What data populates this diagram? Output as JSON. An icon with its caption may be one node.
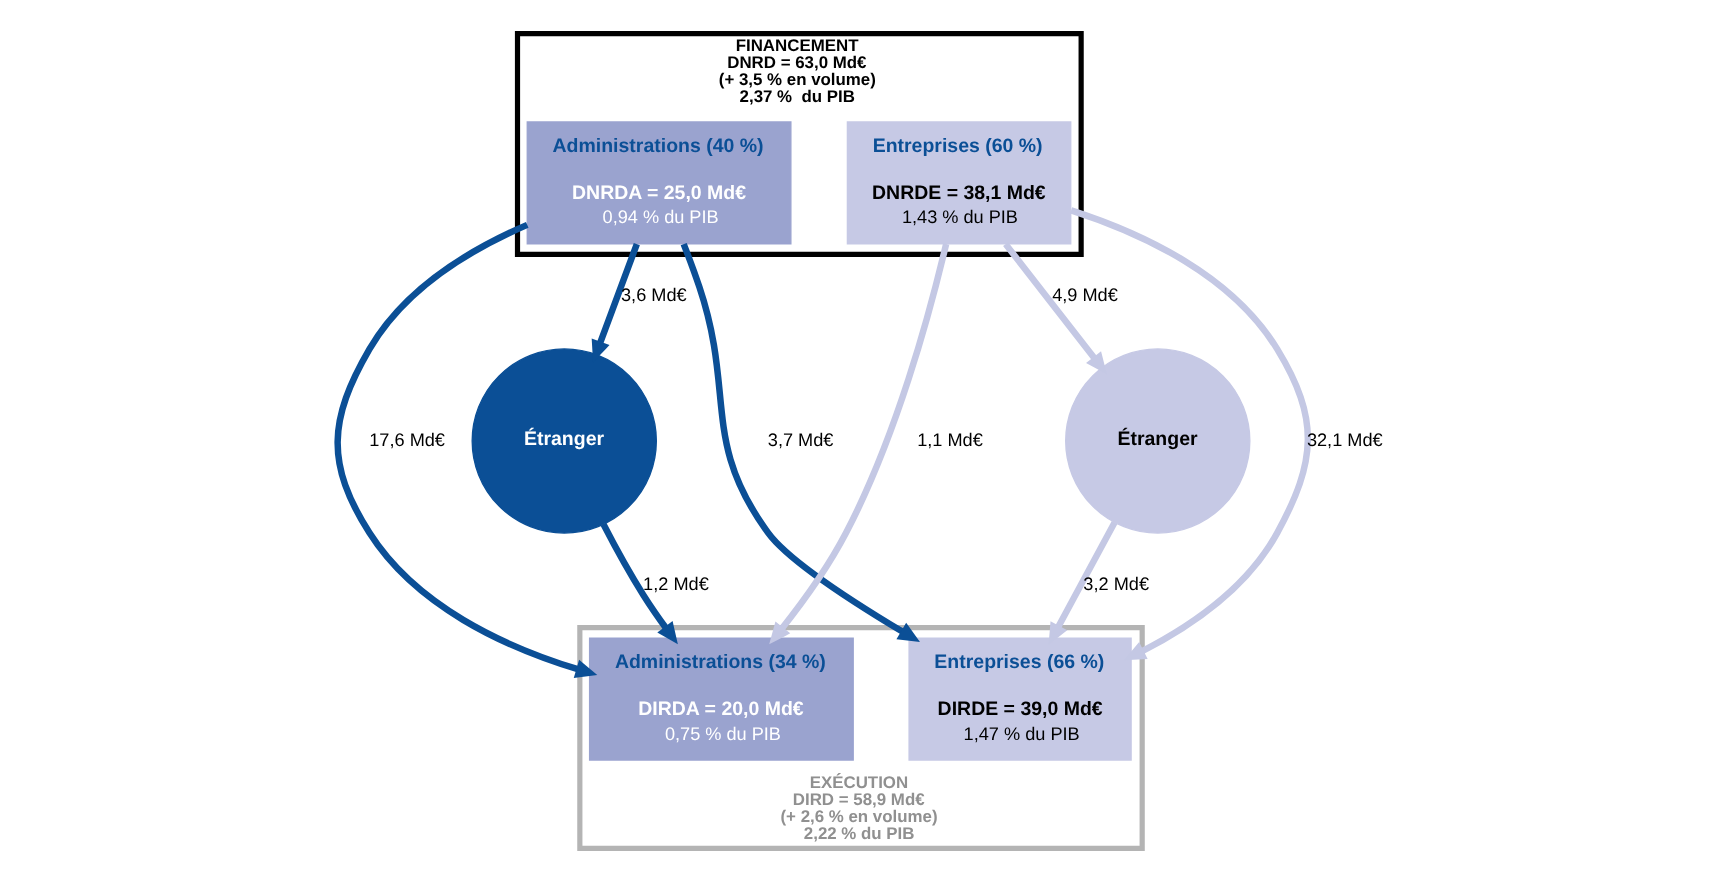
{
  "diagram": {
    "nodes": [
      {
        "text": [
          "FINANCEMENT",
          "DNRD = 63,0 Md€",
          "(+ 3,5 % en volume)",
          "2,37 %  du PIB"
        ]
      },
      {
        "text": [
          "Administrations (40 %)",
          "DNRDA = 25,0 Md€",
          "0,94 % du PIB"
        ],
        "in": 0
      },
      {
        "text": [
          "Entreprises (60 %)",
          "DNRDE = 38,1 Md€",
          "1,43 % du PIB"
        ],
        "in": 0
      },
      {
        "text": [
          "Étranger"
        ]
      },
      {
        "text": [
          "Étranger"
        ]
      },
      {
        "text": [
          "EXÉCUTION",
          "DIRD = 58,9 Md€",
          "(+ 2,6 % en volume)",
          "2,22 % du PIB"
        ]
      },
      {
        "text": [
          "Administrations (34 %)",
          "DIRDA = 20,0 Md€",
          "0,75 % du PIB"
        ],
        "in": 5
      },
      {
        "text": [
          "Entreprises (66 %)",
          "DIRDE = 39,0 Md€",
          "1,47 % du PIB"
        ],
        "in": 5
      }
    ],
    "edges": [
      {
        "from": 1,
        "to": 3,
        "arrow": "to",
        "label": "3,6 Md€",
        "color": "#0b4f96"
      },
      {
        "from": 1,
        "to": 6,
        "arrow": "to",
        "label": "17,6 Md€",
        "color": "#0b4f96"
      },
      {
        "from": 2,
        "to": 6,
        "arrow": "to",
        "label": "1,1 Md€",
        "color": "#c4c8e4"
      },
      {
        "from": 1,
        "to": 7,
        "arrow": "to",
        "label": "3,7 Md€",
        "color": "#0b4f96"
      },
      {
        "from": 2,
        "to": 7,
        "arrow": "to",
        "label": "32,1 Md€",
        "color": "#c4c8e4"
      },
      {
        "from": 2,
        "to": 4,
        "arrow": "to",
        "label": "4,9 Md€",
        "color": "#c4c8e4"
      },
      {
        "from": 3,
        "to": 6,
        "arrow": "to",
        "label": "1,2 Md€",
        "color": "#0b4f96"
      },
      {
        "from": 4,
        "to": 7,
        "arrow": "to",
        "label": "3,2 Md€",
        "color": "#c4c8e4"
      }
    ]
  }
}
